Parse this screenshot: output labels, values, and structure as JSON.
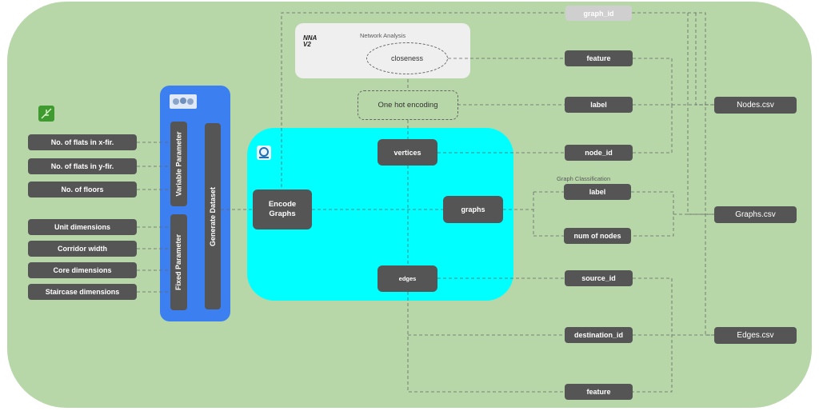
{
  "inputs": {
    "variable": [
      "No. of flats in x-fir.",
      "No. of flats in y-fir.",
      "No. of floors"
    ],
    "fixed": [
      "Unit dimensions",
      "Corridor width",
      "Core dimensions",
      "Staircase dimensions"
    ]
  },
  "generator": {
    "variable_label": "Variable Parameter",
    "fixed_label": "Fixed Parameter",
    "generate_label": "Generate Dataset"
  },
  "topology": {
    "encode_label": "Encode Graphs",
    "vertices_label": "vertices",
    "graphs_label": "graphs",
    "edges_label": "edges"
  },
  "network_analysis": {
    "title": "Network Analysis",
    "logo_text": "NNA V2",
    "closeness_label": "closeness",
    "one_hot_label": "One hot encoding"
  },
  "attributes": {
    "graph_id": "graph_id",
    "feature_top": "feature",
    "label_top": "label",
    "node_id": "node_id",
    "graph_classification": "Graph Classification",
    "graph_label": "label",
    "num_nodes": "num of nodes",
    "source_id": "source_id",
    "destination_id": "destination_id",
    "feature_bottom": "feature"
  },
  "outputs": {
    "nodes": "Nodes.csv",
    "graphs": "Graphs.csv",
    "edges": "Edges.csv"
  },
  "colors": {
    "background": "#b7d7a8",
    "box": "#555555",
    "generator_panel": "#3c7ff0",
    "topology_panel": "#00ffff",
    "analysis_panel": "#efefef"
  }
}
